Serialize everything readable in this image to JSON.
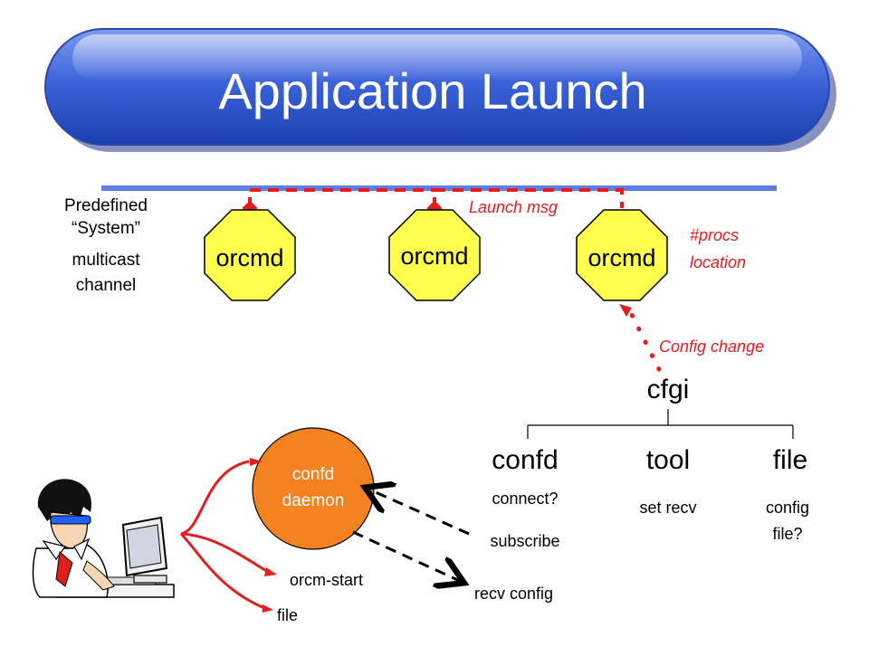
{
  "title": "Application Launch",
  "system_channel": {
    "line1": "Predefined",
    "line2": "“System”",
    "line3": "multicast",
    "line4": "channel"
  },
  "orcmd_nodes": [
    "orcmd",
    "orcmd",
    "orcmd"
  ],
  "launch_msg": "Launch msg",
  "procs_info": {
    "line1": "#procs",
    "line2": "location"
  },
  "config_change": "Config change",
  "cfgi_tree": {
    "root": "cfgi",
    "children": [
      {
        "label": "confd",
        "notes": [
          "connect?",
          "subscribe"
        ]
      },
      {
        "label": "tool",
        "notes": [
          "set recv"
        ]
      },
      {
        "label": "file",
        "notes": [
          "config",
          "file?"
        ]
      }
    ]
  },
  "confd_daemon": {
    "line1": "confd",
    "line2": "daemon"
  },
  "recv_config": "recv config",
  "orcm_start": "orcm-start",
  "file_label": "file",
  "colors": {
    "title_bar": "#3a62d8",
    "channel_line": "#5a7fe6",
    "octagon_fill": "#ffff4d",
    "accent_red": "#e81c1c",
    "daemon_fill": "#f58220",
    "cable_red": "#e02020"
  }
}
